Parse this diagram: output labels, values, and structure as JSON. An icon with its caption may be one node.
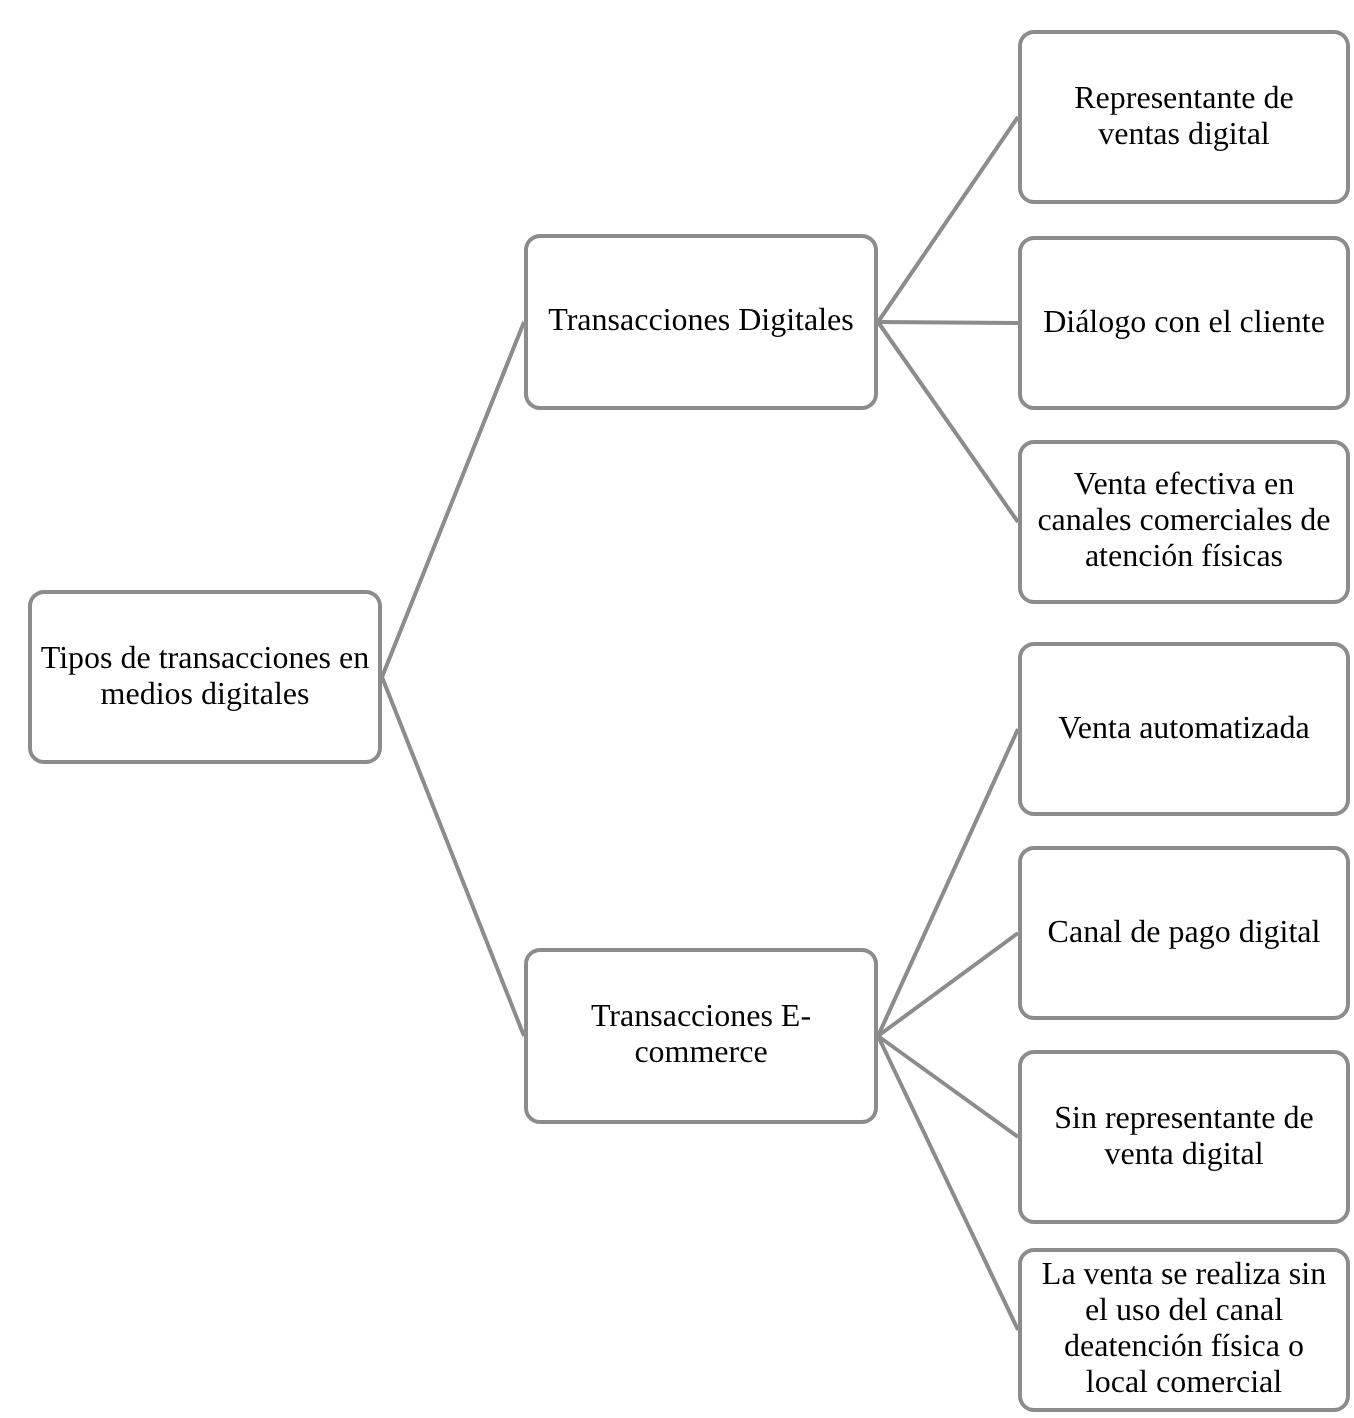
{
  "diagram": {
    "nodes": [
      {
        "text": [
          "Tipos de transacciones en medios digitales"
        ]
      },
      {
        "text": [
          "Transacciones Digitales"
        ]
      },
      {
        "text": [
          "Representante de ventas digital"
        ]
      },
      {
        "text": [
          "Diálogo con el cliente"
        ]
      },
      {
        "text": [
          "Venta efectiva en canales comerciales de atención físicas"
        ]
      },
      {
        "text": [
          "Transacciones E-commerce"
        ]
      },
      {
        "text": [
          "Venta automatizada"
        ]
      },
      {
        "text": [
          "Canal de pago digital"
        ]
      },
      {
        "text": [
          "Sin representante de venta digital"
        ]
      },
      {
        "text": [
          "La venta se realiza sin el uso del canal deatención física o local comercial"
        ]
      }
    ],
    "edges": [
      {
        "from": 0,
        "to": 1,
        "arrow": "none"
      },
      {
        "from": 0,
        "to": 5,
        "arrow": "none"
      },
      {
        "from": 1,
        "to": 2,
        "arrow": "none"
      },
      {
        "from": 1,
        "to": 3,
        "arrow": "none"
      },
      {
        "from": 1,
        "to": 4,
        "arrow": "none"
      },
      {
        "from": 5,
        "to": 6,
        "arrow": "none"
      },
      {
        "from": 5,
        "to": 7,
        "arrow": "none"
      },
      {
        "from": 5,
        "to": 8,
        "arrow": "none"
      },
      {
        "from": 5,
        "to": 9,
        "arrow": "none"
      }
    ]
  }
}
